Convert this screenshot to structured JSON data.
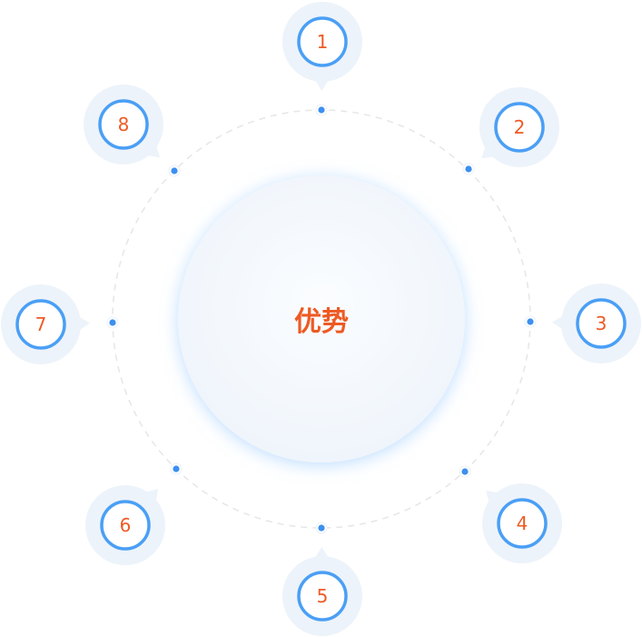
{
  "center": {
    "label": "优势"
  },
  "nodes": [
    {
      "label": "1"
    },
    {
      "label": "2"
    },
    {
      "label": "3"
    },
    {
      "label": "4"
    },
    {
      "label": "5"
    },
    {
      "label": "6"
    },
    {
      "label": "7"
    },
    {
      "label": "8"
    }
  ],
  "colors": {
    "accent_text": "#ee5a24",
    "ring_stroke": "#4a9ff5",
    "bubble_fill": "#edf3fa",
    "inner_fill": "#ffffff",
    "dot_fill": "#3d8ff0",
    "orbit_stroke": "#e6e6e6",
    "center_fill": "#f5f9fd"
  }
}
